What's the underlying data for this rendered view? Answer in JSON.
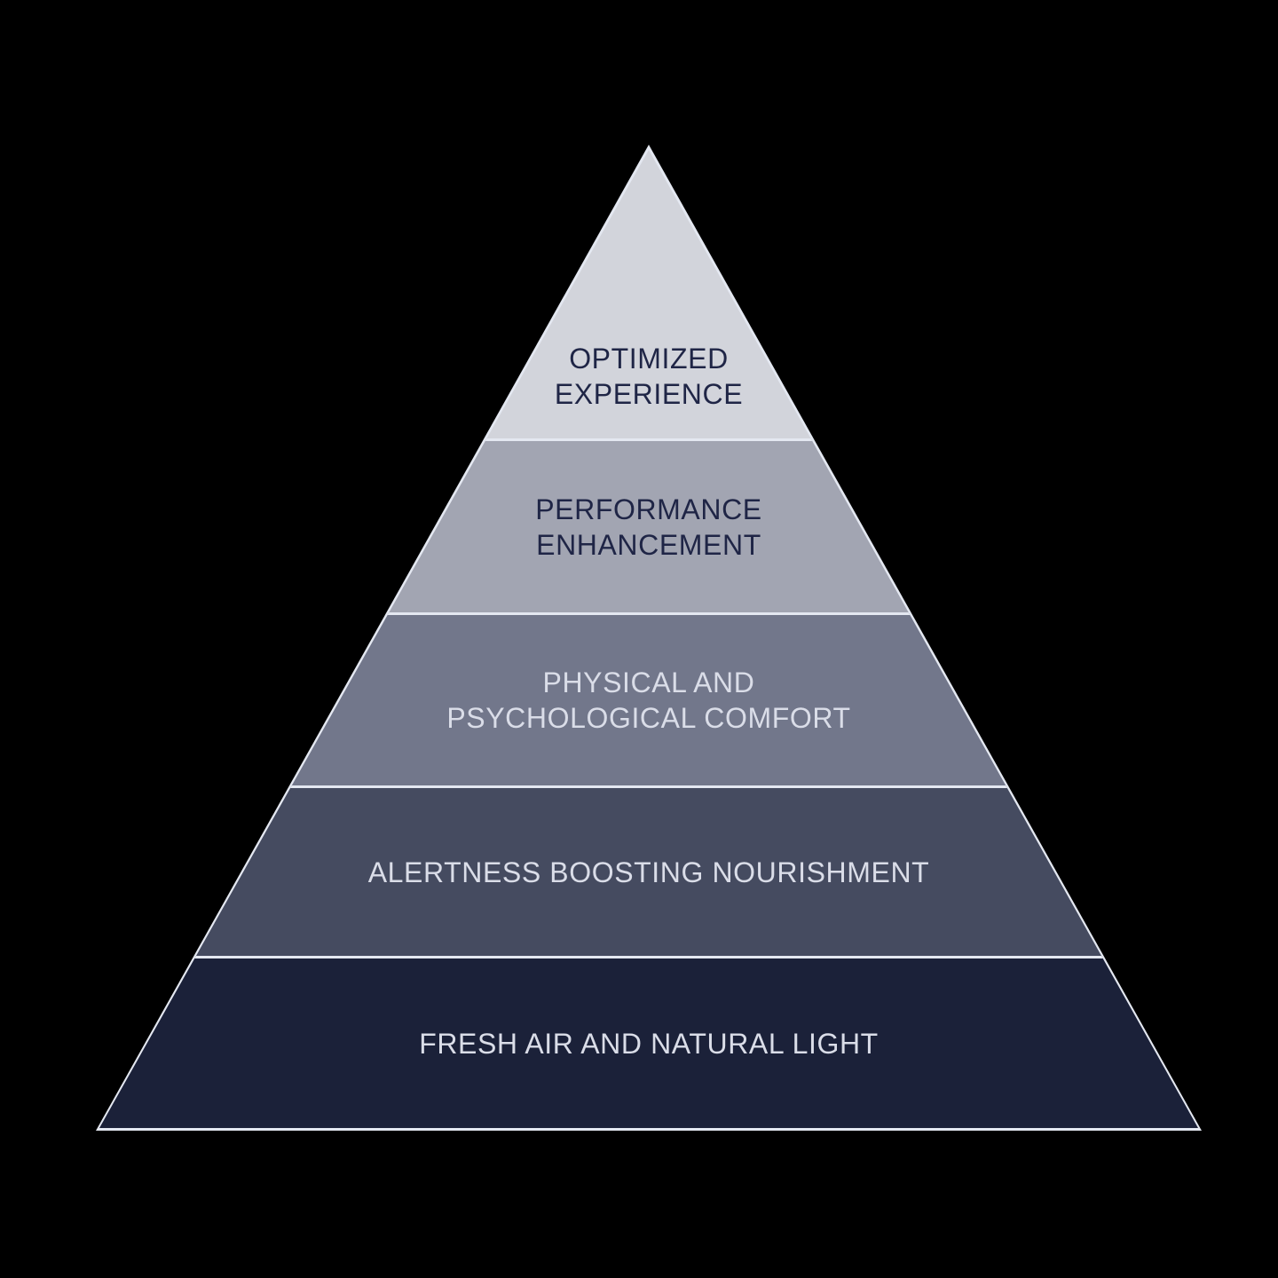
{
  "background_color": "#000000",
  "pyramid": {
    "type": "pyramid-hierarchy",
    "outline_color": "#E4E8F1",
    "levels": [
      {
        "rank": 1,
        "label": "OPTIMIZED EXPERIENCE",
        "lines": [
          "OPTIMIZED",
          "EXPERIENCE"
        ],
        "fill": "#D2D4DB",
        "text_color": "#1F2546"
      },
      {
        "rank": 2,
        "label": "PERFORMANCE ENHANCEMENT",
        "lines": [
          "PERFORMANCE",
          "ENHANCEMENT"
        ],
        "fill": "#A2A5B2",
        "text_color": "#1F2546"
      },
      {
        "rank": 3,
        "label": "PHYSICAL AND PSYCHOLOGICAL COMFORT",
        "lines": [
          "PHYSICAL AND",
          "PSYCHOLOGICAL COMFORT"
        ],
        "fill": "#72778B",
        "text_color": "#DADDE8"
      },
      {
        "rank": 4,
        "label": "ALERTNESS BOOSTING NOURISHMENT",
        "lines": [
          "ALERTNESS BOOSTING NOURISHMENT"
        ],
        "fill": "#454B60",
        "text_color": "#DADDE8"
      },
      {
        "rank": 5,
        "label": "FRESH AIR AND NATURAL LIGHT",
        "lines": [
          "FRESH AIR AND NATURAL LIGHT"
        ],
        "fill": "#1B2139",
        "text_color": "#DADDE8"
      }
    ]
  }
}
